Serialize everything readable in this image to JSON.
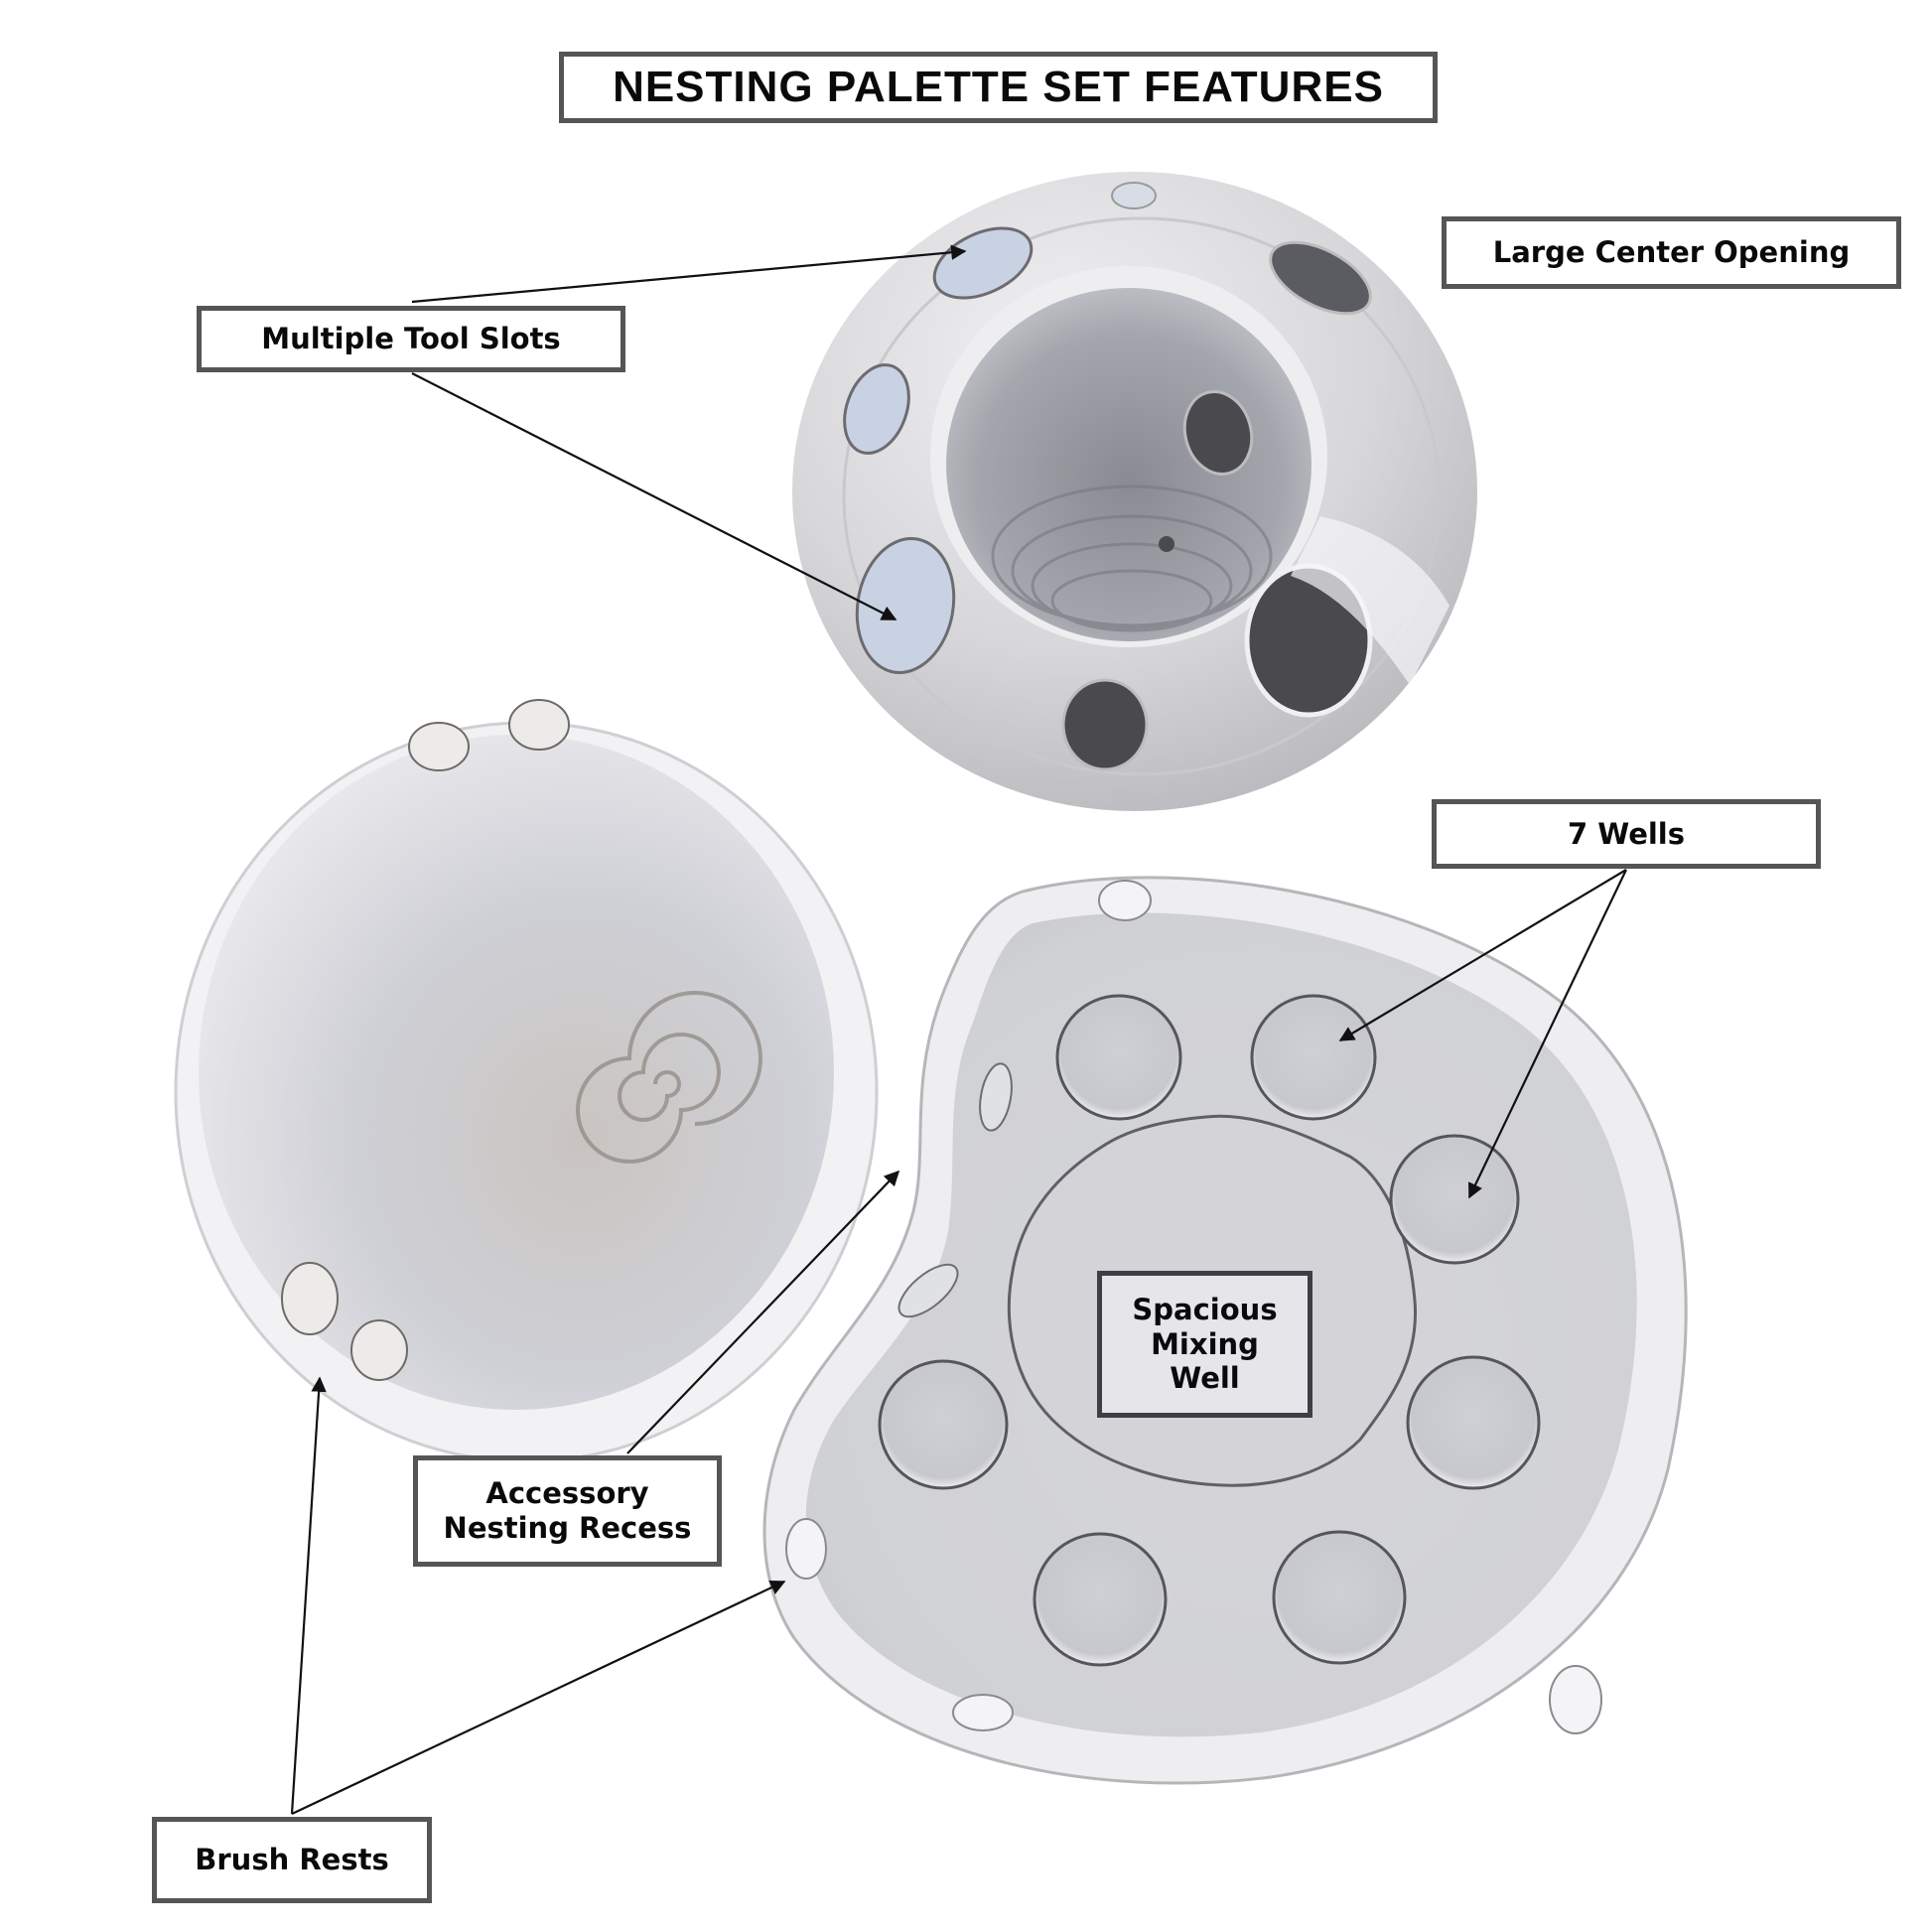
{
  "title": "NESTING PALETTE SET FEATURES",
  "callouts": {
    "tool_slots": "Multiple Tool Slots",
    "center_opening": "Large Center Opening",
    "wells": "7 Wells",
    "mixing_well": "Spacious Mixing Well",
    "mixing_well_lines": [
      "Spacious",
      "Mixing",
      "Well"
    ],
    "nesting_recess_lines": [
      "Accessory",
      "Nesting Recess"
    ],
    "brush_rests": "Brush Rests"
  },
  "objects": {
    "tool_holder": {
      "tool_slot_count": 9,
      "description": "dome tool holder with large center opening"
    },
    "bowl": {
      "brush_rest_count": 4,
      "description": "water bowl with spiral center"
    },
    "palette": {
      "small_well_count": 7,
      "description": "palette with center mixing well and nesting recess"
    }
  },
  "colors": {
    "label_border": "#555555",
    "label_fill": "#ffffff",
    "inner_label_fill": "#e6e6ea",
    "text": "#0a0a0a",
    "ceramic": "#dcdcde",
    "ceramic_shadow": "#a7a9ae",
    "hole_dark": "#4a4a4e",
    "hole_light": "#c9d2e2"
  }
}
